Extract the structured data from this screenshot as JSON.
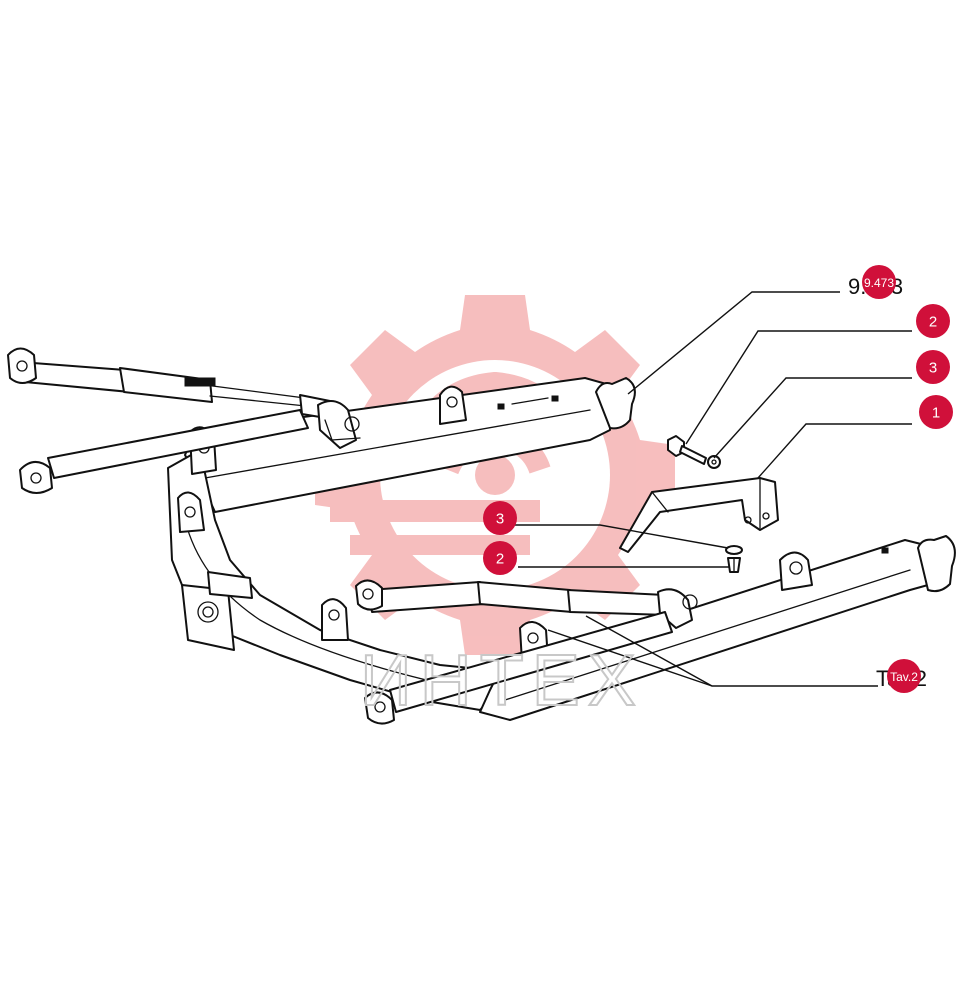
{
  "watermark": {
    "text": "ИНТЕХ",
    "gear_color": "#f6b7b7"
  },
  "colors": {
    "callout": "#d0103a",
    "callout_text": "#ffffff",
    "line": "#111111"
  },
  "reference_labels": {
    "top_ref": "9.473",
    "bottom_ref": "Tav.2"
  },
  "callouts": {
    "top_ref_badge": "9.473",
    "bolt_top": "2",
    "washer_top": "3",
    "bracket": "1",
    "washer_mid": "3",
    "bolt_mid": "2",
    "bottom_ref_badge": "Tav.2"
  }
}
